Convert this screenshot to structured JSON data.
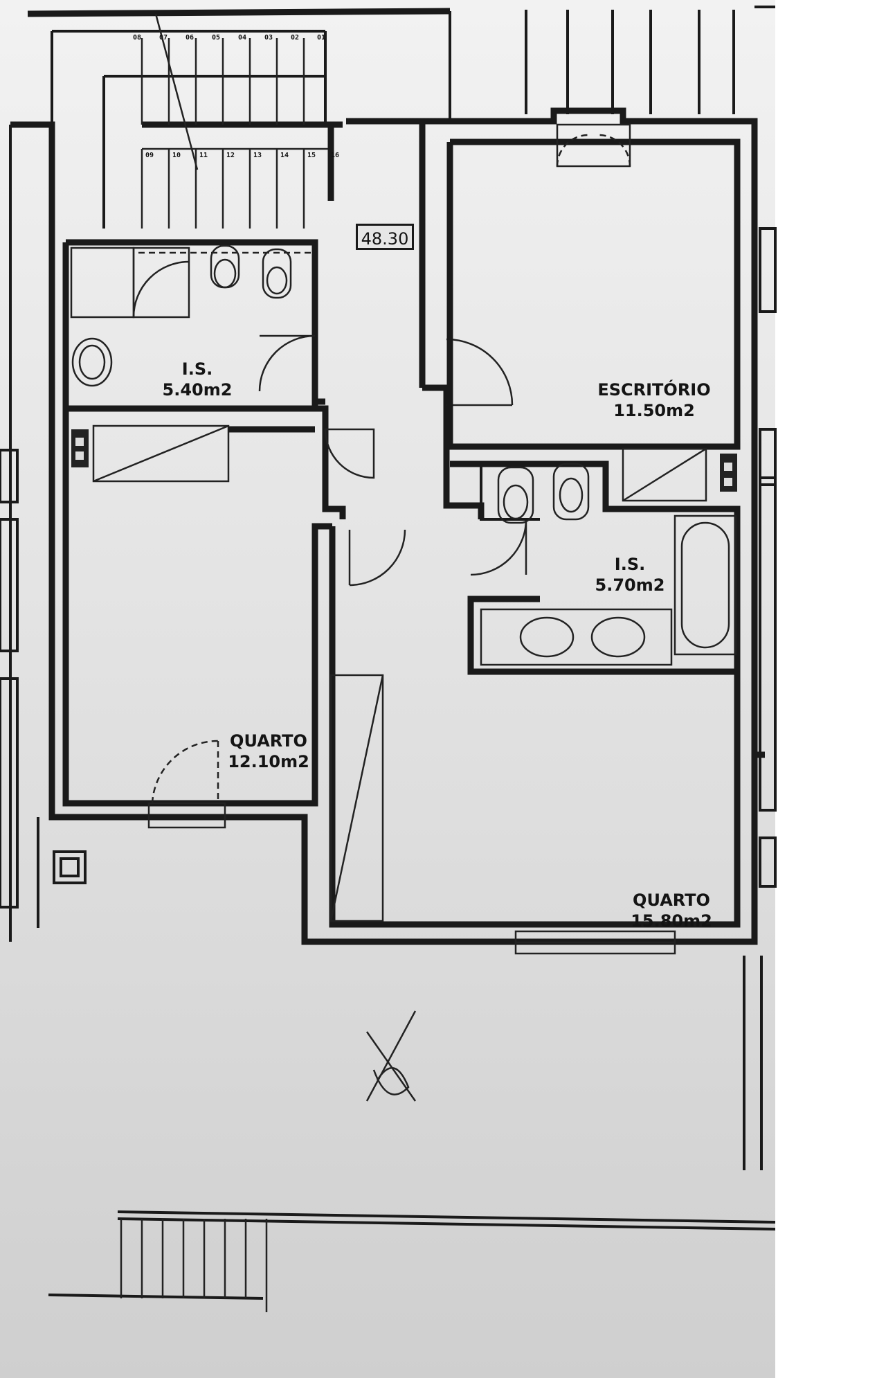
{
  "plan": {
    "elevation": "48.30",
    "rooms": [
      {
        "key": "is1",
        "name": "I.S.",
        "area": "5.40m2"
      },
      {
        "key": "escritorio",
        "name": "ESCRITÓRIO",
        "area": "11.50m2"
      },
      {
        "key": "is2",
        "name": "I.S.",
        "area": "5.70m2"
      },
      {
        "key": "quarto1",
        "name": "QUARTO",
        "area": "12.10m2"
      },
      {
        "key": "quarto2",
        "name": "QUARTO",
        "area": "15.80m2"
      }
    ],
    "stairs_upper_numbers": [
      "08",
      "07",
      "06",
      "05",
      "04",
      "03",
      "02",
      "01"
    ],
    "stairs_lower_numbers": [
      "09",
      "10",
      "11",
      "12",
      "13",
      "14",
      "15",
      "16"
    ]
  }
}
